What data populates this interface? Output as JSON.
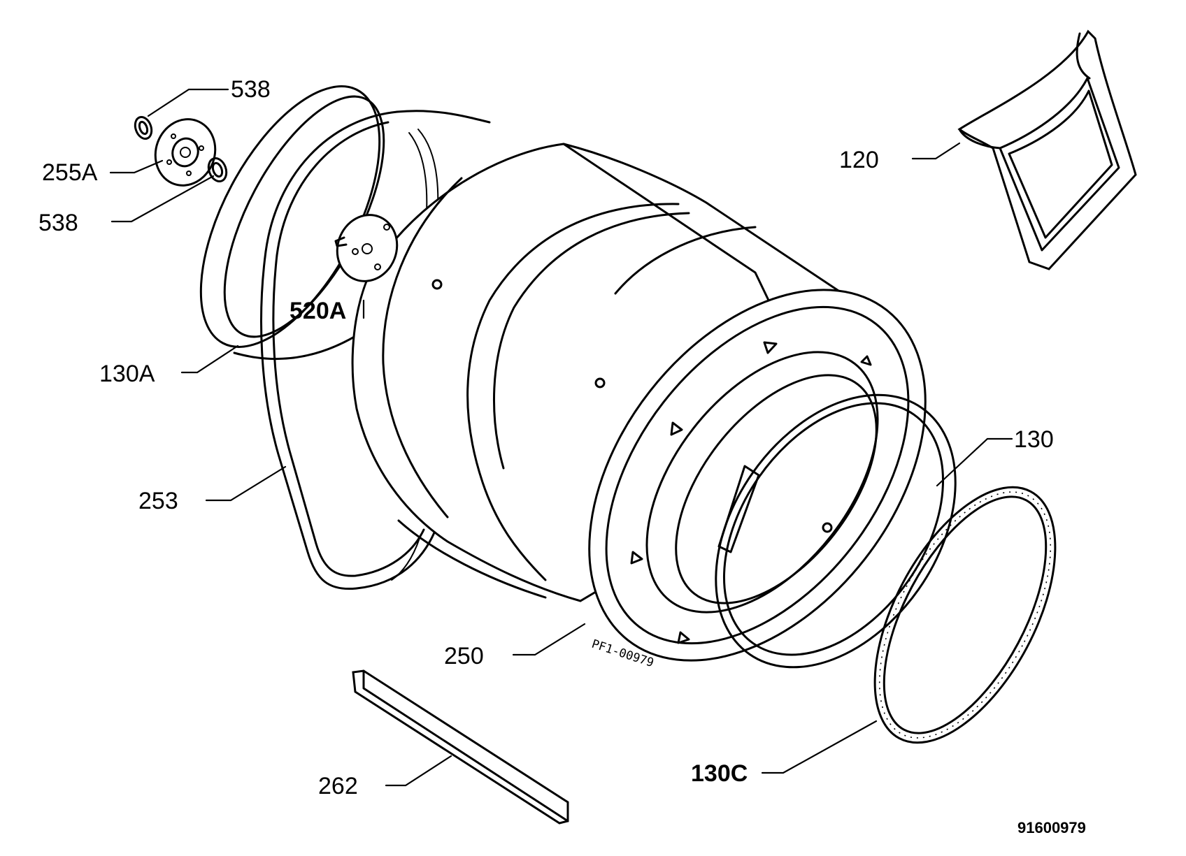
{
  "callouts": {
    "c538_top": "538",
    "c255a": "255A",
    "c538_bottom": "538",
    "c520a": "520A",
    "c130a": "130A",
    "c253": "253",
    "c250": "250",
    "c262": "262",
    "c120": "120",
    "c130": "130",
    "c130c": "130C"
  },
  "drawing_stamp": "PF1-00979",
  "drawing_number": "91600979"
}
